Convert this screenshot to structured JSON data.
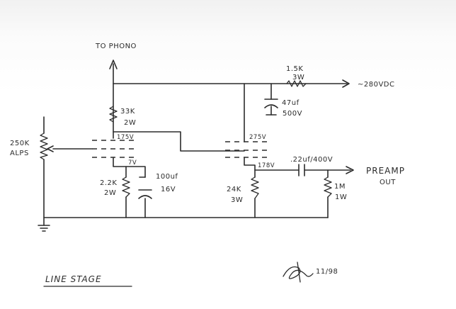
{
  "labels": {
    "to_phono": "TO PHONO",
    "r_plate1_value": "33K",
    "r_plate1_power": "2W",
    "v_plate1": "175V",
    "pot_value": "250K",
    "pot_brand": "ALPS",
    "v_cathode1": "7V",
    "r_cathode1_value": "2.2K",
    "r_cathode1_power": "2W",
    "c_bypass_value": "100uf",
    "c_bypass_voltage": "16V",
    "r_supply_value": "1.5K",
    "r_supply_power": "3W",
    "supply_voltage": "~280VDC",
    "c_filter_value": "47uf",
    "c_filter_voltage": "500V",
    "v_plate2": "275V",
    "v_cathode2": "178V",
    "c_coupling": ".22uf/400V",
    "output_label_line1": "PREAMP",
    "output_label_line2": "OUT",
    "r_cathode2_value": "24K",
    "r_cathode2_power": "3W",
    "r_output_value": "1M",
    "r_output_power": "1W",
    "date": "11/98",
    "title": "LINE STAGE"
  }
}
